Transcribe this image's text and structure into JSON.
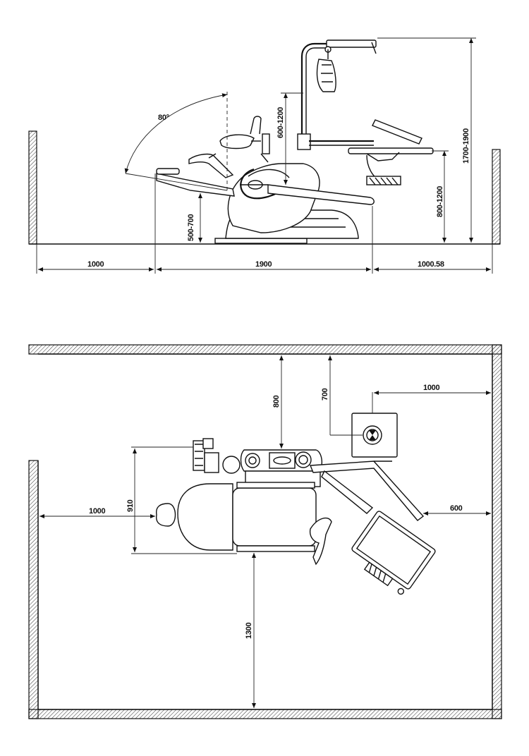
{
  "side_view": {
    "angle_label": "80°",
    "seat_height_label": "500-700",
    "lamp_arm_height_label": "600-1200",
    "tray_height_label": "800-1200",
    "total_height_label": "1700-1900",
    "left_clearance_label": "1000",
    "chair_length_label": "1900",
    "right_clearance_label": "1000.58"
  },
  "top_view": {
    "top_clearance_label": "800",
    "cabinet_offset_label": "700",
    "cabinet_right_label": "1000",
    "width_label": "910",
    "left_clearance_label": "1000",
    "right_clearance_label": "600",
    "bottom_clearance_label": "1300"
  },
  "colors": {
    "line": "#111111",
    "hatch": "#333333",
    "background": "#ffffff"
  }
}
